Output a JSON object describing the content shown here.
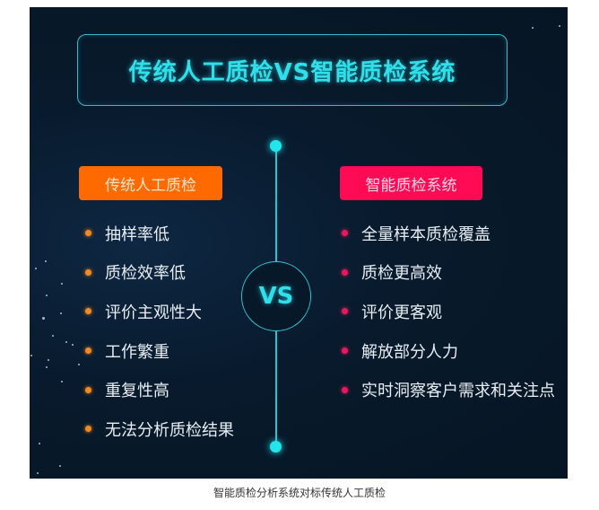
{
  "title": "传统人工质检VS智能质检系统",
  "vs_label": "VS",
  "left": {
    "tag": "传统人工质检",
    "items": [
      "抽样率低",
      "质检效率低",
      "评价主观性大",
      "工作繁重",
      "重复性高",
      "无法分析质检结果"
    ]
  },
  "right": {
    "tag": "智能质检系统",
    "items": [
      "全量样本质检覆盖",
      "质检更高效",
      "评价更客观",
      "解放部分人力",
      "实时洞察客户需求和关注点"
    ]
  },
  "caption": "智能质检分析系统对标传统人工质检",
  "colors": {
    "background": "#081a2c",
    "accent_cyan": "#2fe0ea",
    "left_tag": "#ff6a00",
    "right_tag": "#ff0a55",
    "left_bullet": "#f08a24",
    "right_bullet": "#e8185e"
  }
}
